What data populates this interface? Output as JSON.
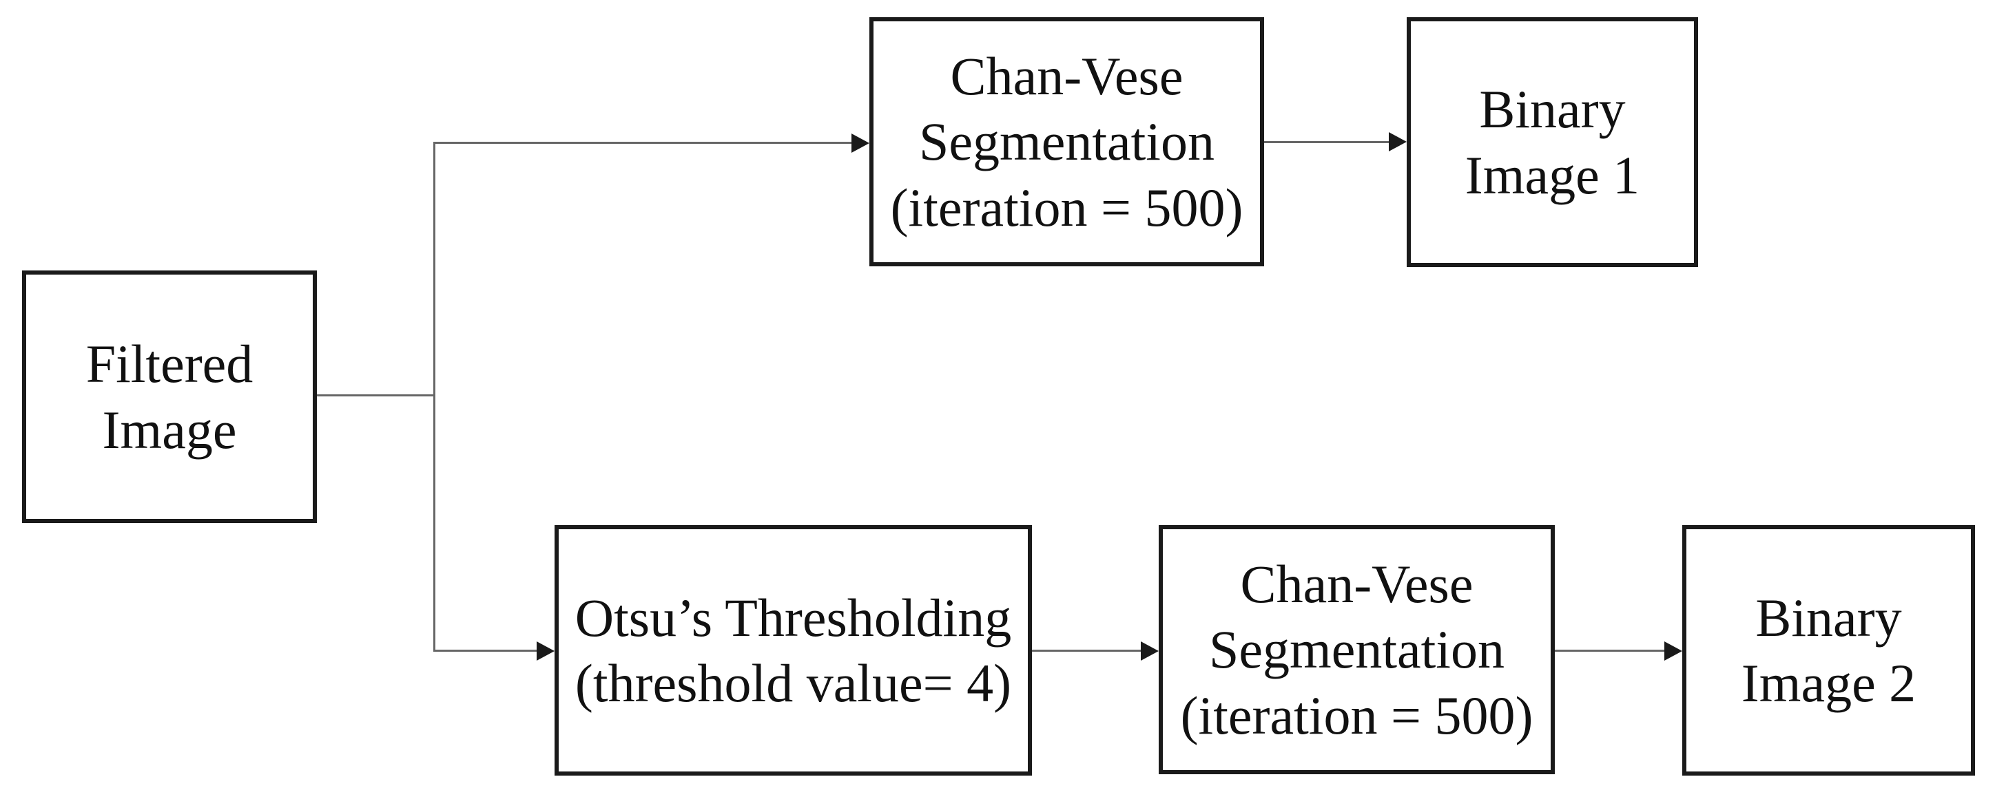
{
  "diagram": {
    "title": "Segmentation pipeline flowchart",
    "colors": {
      "background": "#ffffff",
      "box_border": "#1a1a1a",
      "line": "#666666",
      "arrow": "#1a1a1a",
      "text": "#111111"
    },
    "nodes": {
      "filtered": {
        "label": "Filtered\nImage"
      },
      "chan_vese_top": {
        "label": "Chan-Vese\nSegmentation\n(iteration = 500)"
      },
      "binary1": {
        "label": "Binary\nImage 1"
      },
      "otsu": {
        "label": "Otsu’s Thresholding\n(threshold value= 4)"
      },
      "chan_vese_bottom": {
        "label": "Chan-Vese\nSegmentation\n(iteration = 500)"
      },
      "binary2": {
        "label": "Binary\nImage 2"
      }
    },
    "edges": [
      {
        "from": "filtered",
        "to": "chan_vese_top"
      },
      {
        "from": "chan_vese_top",
        "to": "binary1"
      },
      {
        "from": "filtered",
        "to": "otsu"
      },
      {
        "from": "otsu",
        "to": "chan_vese_bottom"
      },
      {
        "from": "chan_vese_bottom",
        "to": "binary2"
      }
    ]
  }
}
